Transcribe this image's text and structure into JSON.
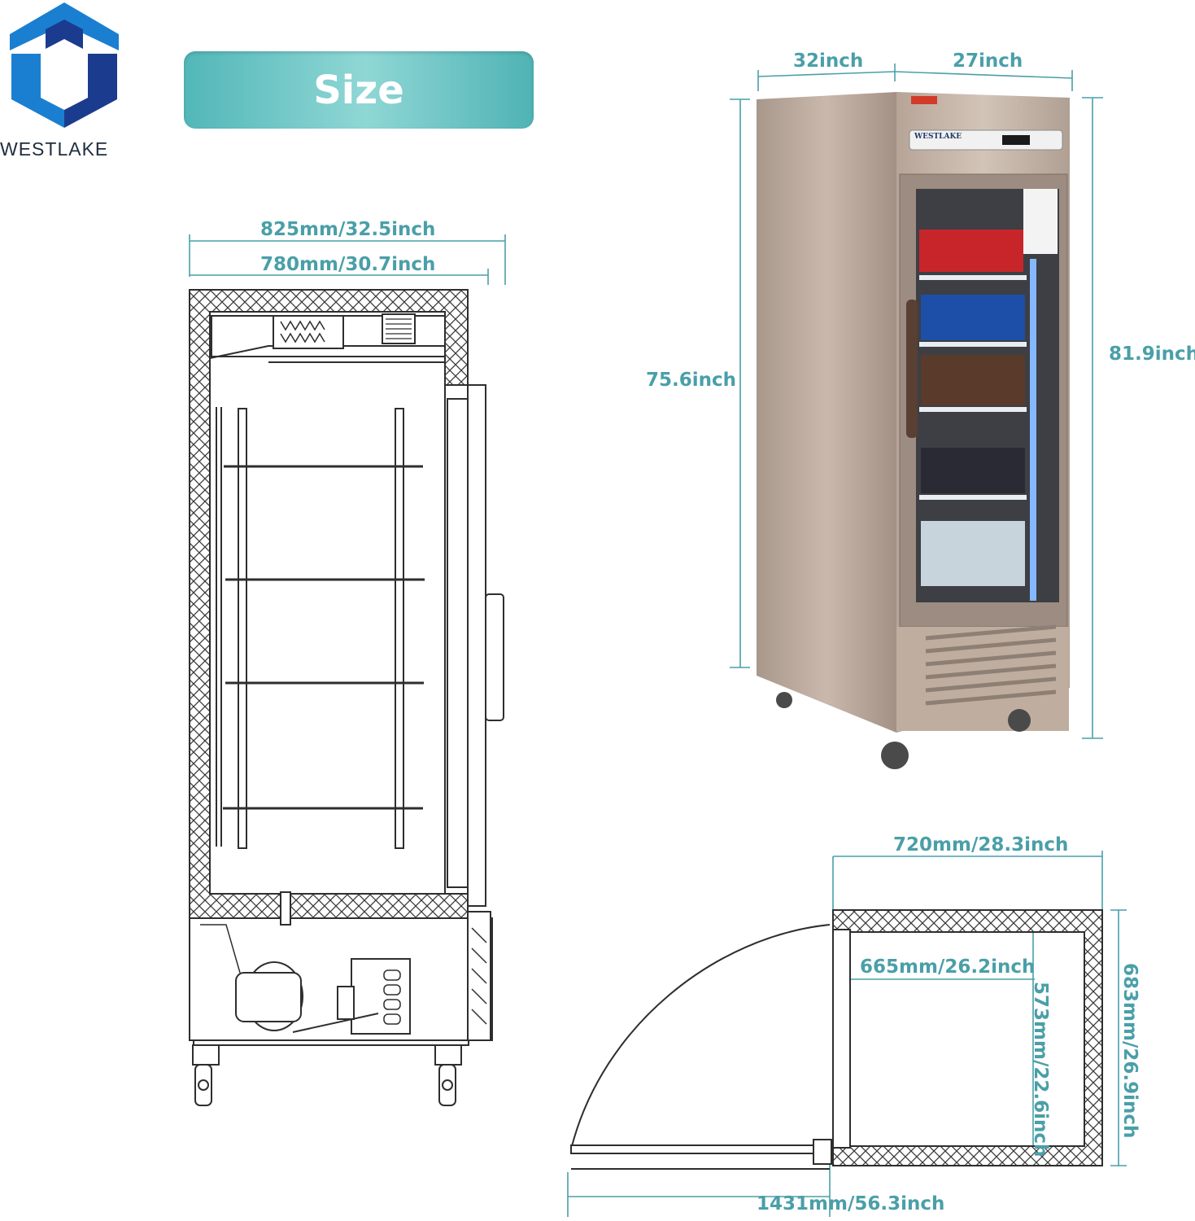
{
  "logo": {
    "brand_name": "WESTLAKE"
  },
  "banner": {
    "title": "Size"
  },
  "photo": {
    "dims": {
      "depth": "32inch",
      "width": "27inch",
      "cabinet_height": "75.6inch",
      "total_height": "81.9inch"
    },
    "fridge_brand_label": "WESTLAKE"
  },
  "side_view": {
    "dims": {
      "outer_depth": "825mm/32.5inch",
      "inner_depth": "780mm/30.7inch"
    }
  },
  "top_view": {
    "dims": {
      "outer_width": "720mm/28.3inch",
      "inner_width": "665mm/26.2inch",
      "inner_depth": "573mm/22.6inch",
      "outer_depth": "683mm/26.9inch",
      "door_open_clearance": "1431mm/56.3inch"
    }
  },
  "colors": {
    "dimension": "#4a9fa8",
    "logo_blue": "#1a7fd0",
    "logo_dark": "#1b3b8f",
    "banner": "#6cc7c6",
    "cabinet": "#b9a79a"
  }
}
